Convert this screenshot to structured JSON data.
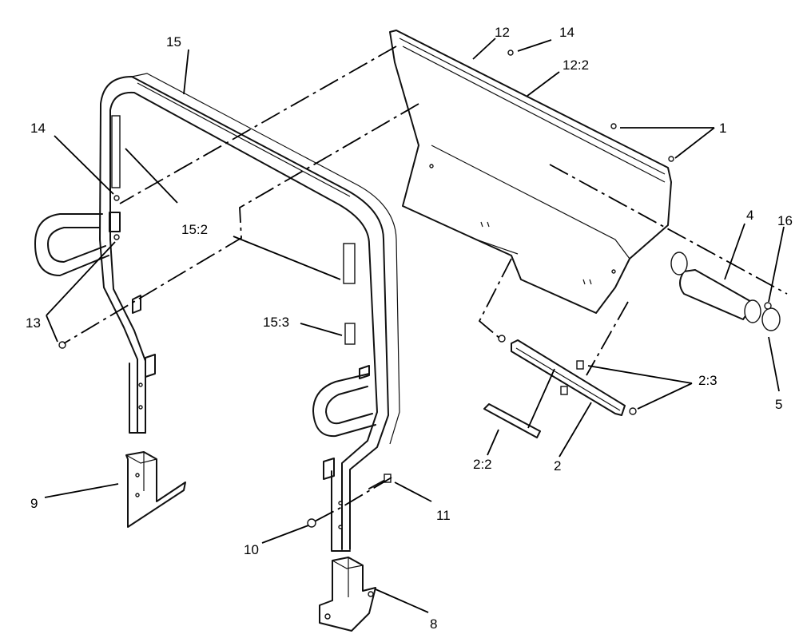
{
  "callouts": {
    "c1": "1",
    "c2": "2",
    "c2_2": "2:2",
    "c2_3": "2:3",
    "c4": "4",
    "c5": "5",
    "c8": "8",
    "c9": "9",
    "c10": "10",
    "c11": "11",
    "c12": "12",
    "c12_2": "12:2",
    "c13": "13",
    "c14_top": "14",
    "c14_left": "14",
    "c15": "15",
    "c15_2": "15:2",
    "c15_3": "15:3",
    "c16": "16"
  }
}
